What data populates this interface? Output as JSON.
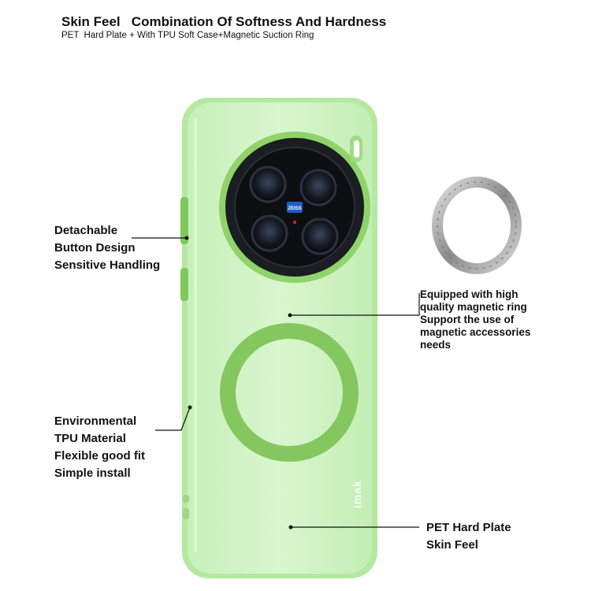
{
  "header": {
    "title": "Skin Feel   Combination Of Softness And Hardness",
    "subtitle": "PET  Hard Plate + With TPU Soft Case+Magnetic Suction Ring"
  },
  "callouts": {
    "buttons": [
      "Detachable",
      "Button Design",
      "Sensitive Handling"
    ],
    "magnetic": [
      "Equipped with high",
      "quality magnetic ring",
      "Support the use of",
      "magnetic accessories",
      "needs"
    ],
    "tpu": [
      "Environmental",
      "TPU Material",
      "Flexible good fit",
      "Simple install"
    ],
    "pet": [
      "PET Hard Plate",
      "Skin Feel"
    ]
  },
  "case_brand": "imak",
  "camera_brand": "ZEISS",
  "colors": {
    "case_green": "#c9f0bd",
    "case_edge": "#a7e08f",
    "ring_green": "#7fc45a",
    "bump_green": "#8fd36a",
    "metal_ring": "#9a9a9a"
  }
}
